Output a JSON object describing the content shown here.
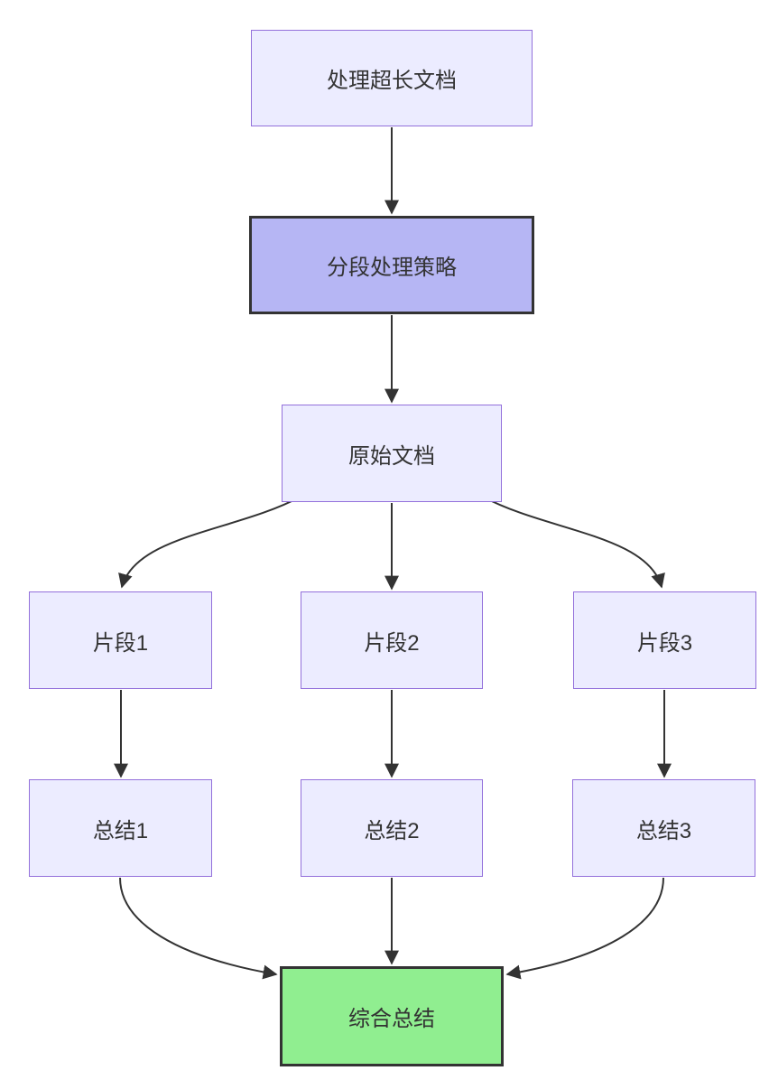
{
  "diagram": {
    "type": "flowchart-top-down",
    "nodes": [
      {
        "id": "A",
        "label": "处理超长文档",
        "style": "default"
      },
      {
        "id": "B",
        "label": "分段处理策略",
        "style": "emphasis"
      },
      {
        "id": "C",
        "label": "原始文档",
        "style": "default"
      },
      {
        "id": "D",
        "label": "片段1",
        "style": "default"
      },
      {
        "id": "E",
        "label": "片段2",
        "style": "default"
      },
      {
        "id": "F",
        "label": "片段3",
        "style": "default"
      },
      {
        "id": "G",
        "label": "总结1",
        "style": "default"
      },
      {
        "id": "H",
        "label": "总结2",
        "style": "default"
      },
      {
        "id": "I",
        "label": "总结3",
        "style": "default"
      },
      {
        "id": "J",
        "label": "综合总结",
        "style": "result"
      }
    ],
    "edges": [
      {
        "from": "A",
        "to": "B"
      },
      {
        "from": "B",
        "to": "C"
      },
      {
        "from": "C",
        "to": "D"
      },
      {
        "from": "C",
        "to": "E"
      },
      {
        "from": "C",
        "to": "F"
      },
      {
        "from": "D",
        "to": "G"
      },
      {
        "from": "E",
        "to": "H"
      },
      {
        "from": "F",
        "to": "I"
      },
      {
        "from": "G",
        "to": "J"
      },
      {
        "from": "H",
        "to": "J"
      },
      {
        "from": "I",
        "to": "J"
      }
    ],
    "colors": {
      "node_fill": "#ECECFF",
      "node_border": "#9370DB",
      "emphasis_fill": "#b6b6f4",
      "result_fill": "#90EE90",
      "dark_border": "#333333",
      "edge_stroke": "#333333",
      "text": "#333333",
      "background": "#ffffff"
    }
  }
}
